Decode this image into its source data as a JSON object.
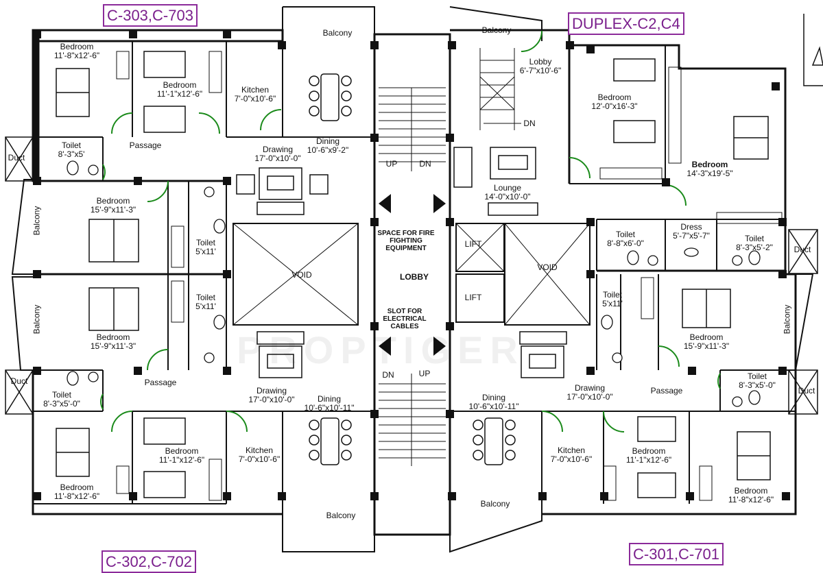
{
  "unit_tags": {
    "top_left": "C-303,C-703",
    "top_right": "DUPLEX-C2,C4",
    "bottom_left": "C-302,C-702",
    "bottom_right": "C-301,C-701"
  },
  "rooms": {
    "tl_bedroom_outer": {
      "name": "Bedroom",
      "dim": "11'-8\"x12'-6\""
    },
    "tl_bedroom_inner": {
      "name": "Bedroom",
      "dim": "11'-1\"x12'-6\""
    },
    "tl_kitchen": {
      "name": "Kitchen",
      "dim": "7'-0\"x10'-6\""
    },
    "tl_dining": {
      "name": "Dining",
      "dim": "10'-6\"x9'-2\""
    },
    "tl_drawing": {
      "name": "Drawing",
      "dim": "17'-0\"x10'-0\""
    },
    "tl_toilet": {
      "name": "Toilet",
      "dim": "8'-3\"x5'"
    },
    "tl_passage": {
      "name": "Passage"
    },
    "tl_bedroom_mid": {
      "name": "Bedroom",
      "dim": "15'-9\"x11'-3\""
    },
    "tl_toilet_mid": {
      "name": "Toilet",
      "dim": "5'x11'"
    },
    "bl_toilet_mid": {
      "name": "Toilet",
      "dim": "5'x11'"
    },
    "bl_bedroom_mid": {
      "name": "Bedroom",
      "dim": "15'-9\"x11'-3\""
    },
    "bl_passage": {
      "name": "Passage"
    },
    "bl_toilet": {
      "name": "Toilet",
      "dim": "8'-3\"x5'-0\""
    },
    "bl_drawing": {
      "name": "Drawing",
      "dim": "17'-0\"x10'-0\""
    },
    "bl_dining": {
      "name": "Dining",
      "dim": "10'-6\"x10'-11\""
    },
    "bl_kitchen": {
      "name": "Kitchen",
      "dim": "7'-0\"x10'-6\""
    },
    "bl_bedroom_inner": {
      "name": "Bedroom",
      "dim": "11'-1\"x12'-6\""
    },
    "bl_bedroom_outer": {
      "name": "Bedroom",
      "dim": "11'-8\"x12'-6\""
    },
    "tr_lobby": {
      "name": "Lobby",
      "dim": "6'-7\"x10'-6\""
    },
    "tr_bedroom_a": {
      "name": "Bedroom",
      "dim": "12'-0\"x16'-3\""
    },
    "tr_bedroom_b": {
      "name": "Bedroom",
      "dim": "14'-3\"x19'-5\""
    },
    "tr_lounge": {
      "name": "Lounge",
      "dim": "14'-0\"x10'-0\""
    },
    "tr_toilet_a": {
      "name": "Toilet",
      "dim": "8'-8\"x6'-0\""
    },
    "tr_dress": {
      "name": "Dress",
      "dim": "5'-7\"x5'-7\""
    },
    "tr_toilet_b": {
      "name": "Toilet",
      "dim": "8'-3\"x5'-2\""
    },
    "br_toilet_mid": {
      "name": "Toilet",
      "dim": "5'x11'"
    },
    "br_bedroom_mid": {
      "name": "Bedroom",
      "dim": "15'-9\"x11'-3\""
    },
    "br_drawing": {
      "name": "Drawing",
      "dim": "17'-0\"x10'-0\""
    },
    "br_passage": {
      "name": "Passage"
    },
    "br_toilet": {
      "name": "Toilet",
      "dim": "8'-3\"x5'-0\""
    },
    "br_dining": {
      "name": "Dining",
      "dim": "10'-6\"x10'-11\""
    },
    "br_kitchen": {
      "name": "Kitchen",
      "dim": "7'-0\"x10'-6\""
    },
    "br_bedroom_inner": {
      "name": "Bedroom",
      "dim": "11'-1\"x12'-6\""
    },
    "br_bedroom_outer": {
      "name": "Bedroom",
      "dim": "11'-8\"x12'-6\""
    }
  },
  "common": {
    "balcony": "Balcony",
    "duct": "Duct",
    "void": "VOID",
    "lift": "LIFT",
    "lobby": "LOBBY",
    "up": "UP",
    "dn": "DN",
    "fire_space": "SPACE FOR FIRE FIGHTING EQUIPMENT",
    "slot_cables": "SLOT FOR ELECTRICAL CABLES"
  },
  "watermark": "PROPTIGER",
  "colors": {
    "tag_border": "#8b2a9a",
    "tag_text": "#7a1f8c",
    "door_accent": "#1a8a1a",
    "wall": "#111111"
  }
}
